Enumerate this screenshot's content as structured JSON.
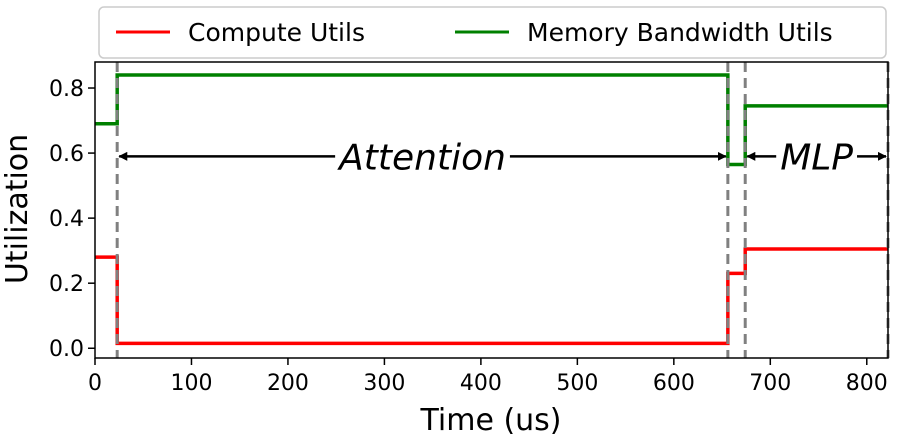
{
  "chart_data": {
    "type": "line",
    "xlabel": "Time (us)",
    "ylabel": "Utilization",
    "xlim": [
      0,
      822
    ],
    "ylim": [
      -0.03,
      0.88
    ],
    "xticks": [
      0,
      100,
      200,
      300,
      400,
      500,
      600,
      700,
      800
    ],
    "yticks": [
      0.0,
      0.2,
      0.4,
      0.6,
      0.8
    ],
    "xtick_labels": [
      "0",
      "100",
      "200",
      "300",
      "400",
      "500",
      "600",
      "700",
      "800"
    ],
    "ytick_labels": [
      "0.0",
      "0.2",
      "0.4",
      "0.6",
      "0.8"
    ],
    "grid": false,
    "legend_placement": "top",
    "series": [
      {
        "name": "Compute Utils",
        "color": "#ff0000",
        "x": [
          0,
          23,
          23,
          656,
          656,
          674,
          674,
          822
        ],
        "y": [
          0.28,
          0.28,
          0.015,
          0.015,
          0.23,
          0.23,
          0.305,
          0.305
        ]
      },
      {
        "name": "Memory Bandwidth Utils",
        "color": "#008000",
        "x": [
          0,
          23,
          23,
          656,
          656,
          674,
          674,
          822
        ],
        "y": [
          0.69,
          0.69,
          0.84,
          0.84,
          0.565,
          0.565,
          0.745,
          0.745
        ]
      }
    ],
    "vlines": [
      23,
      656,
      674,
      822
    ],
    "annotations": [
      {
        "text": "Attention",
        "x_start": 23,
        "x_end": 656,
        "y": 0.59
      },
      {
        "text": "MLP",
        "x_start": 674,
        "x_end": 822,
        "y": 0.59
      }
    ]
  }
}
